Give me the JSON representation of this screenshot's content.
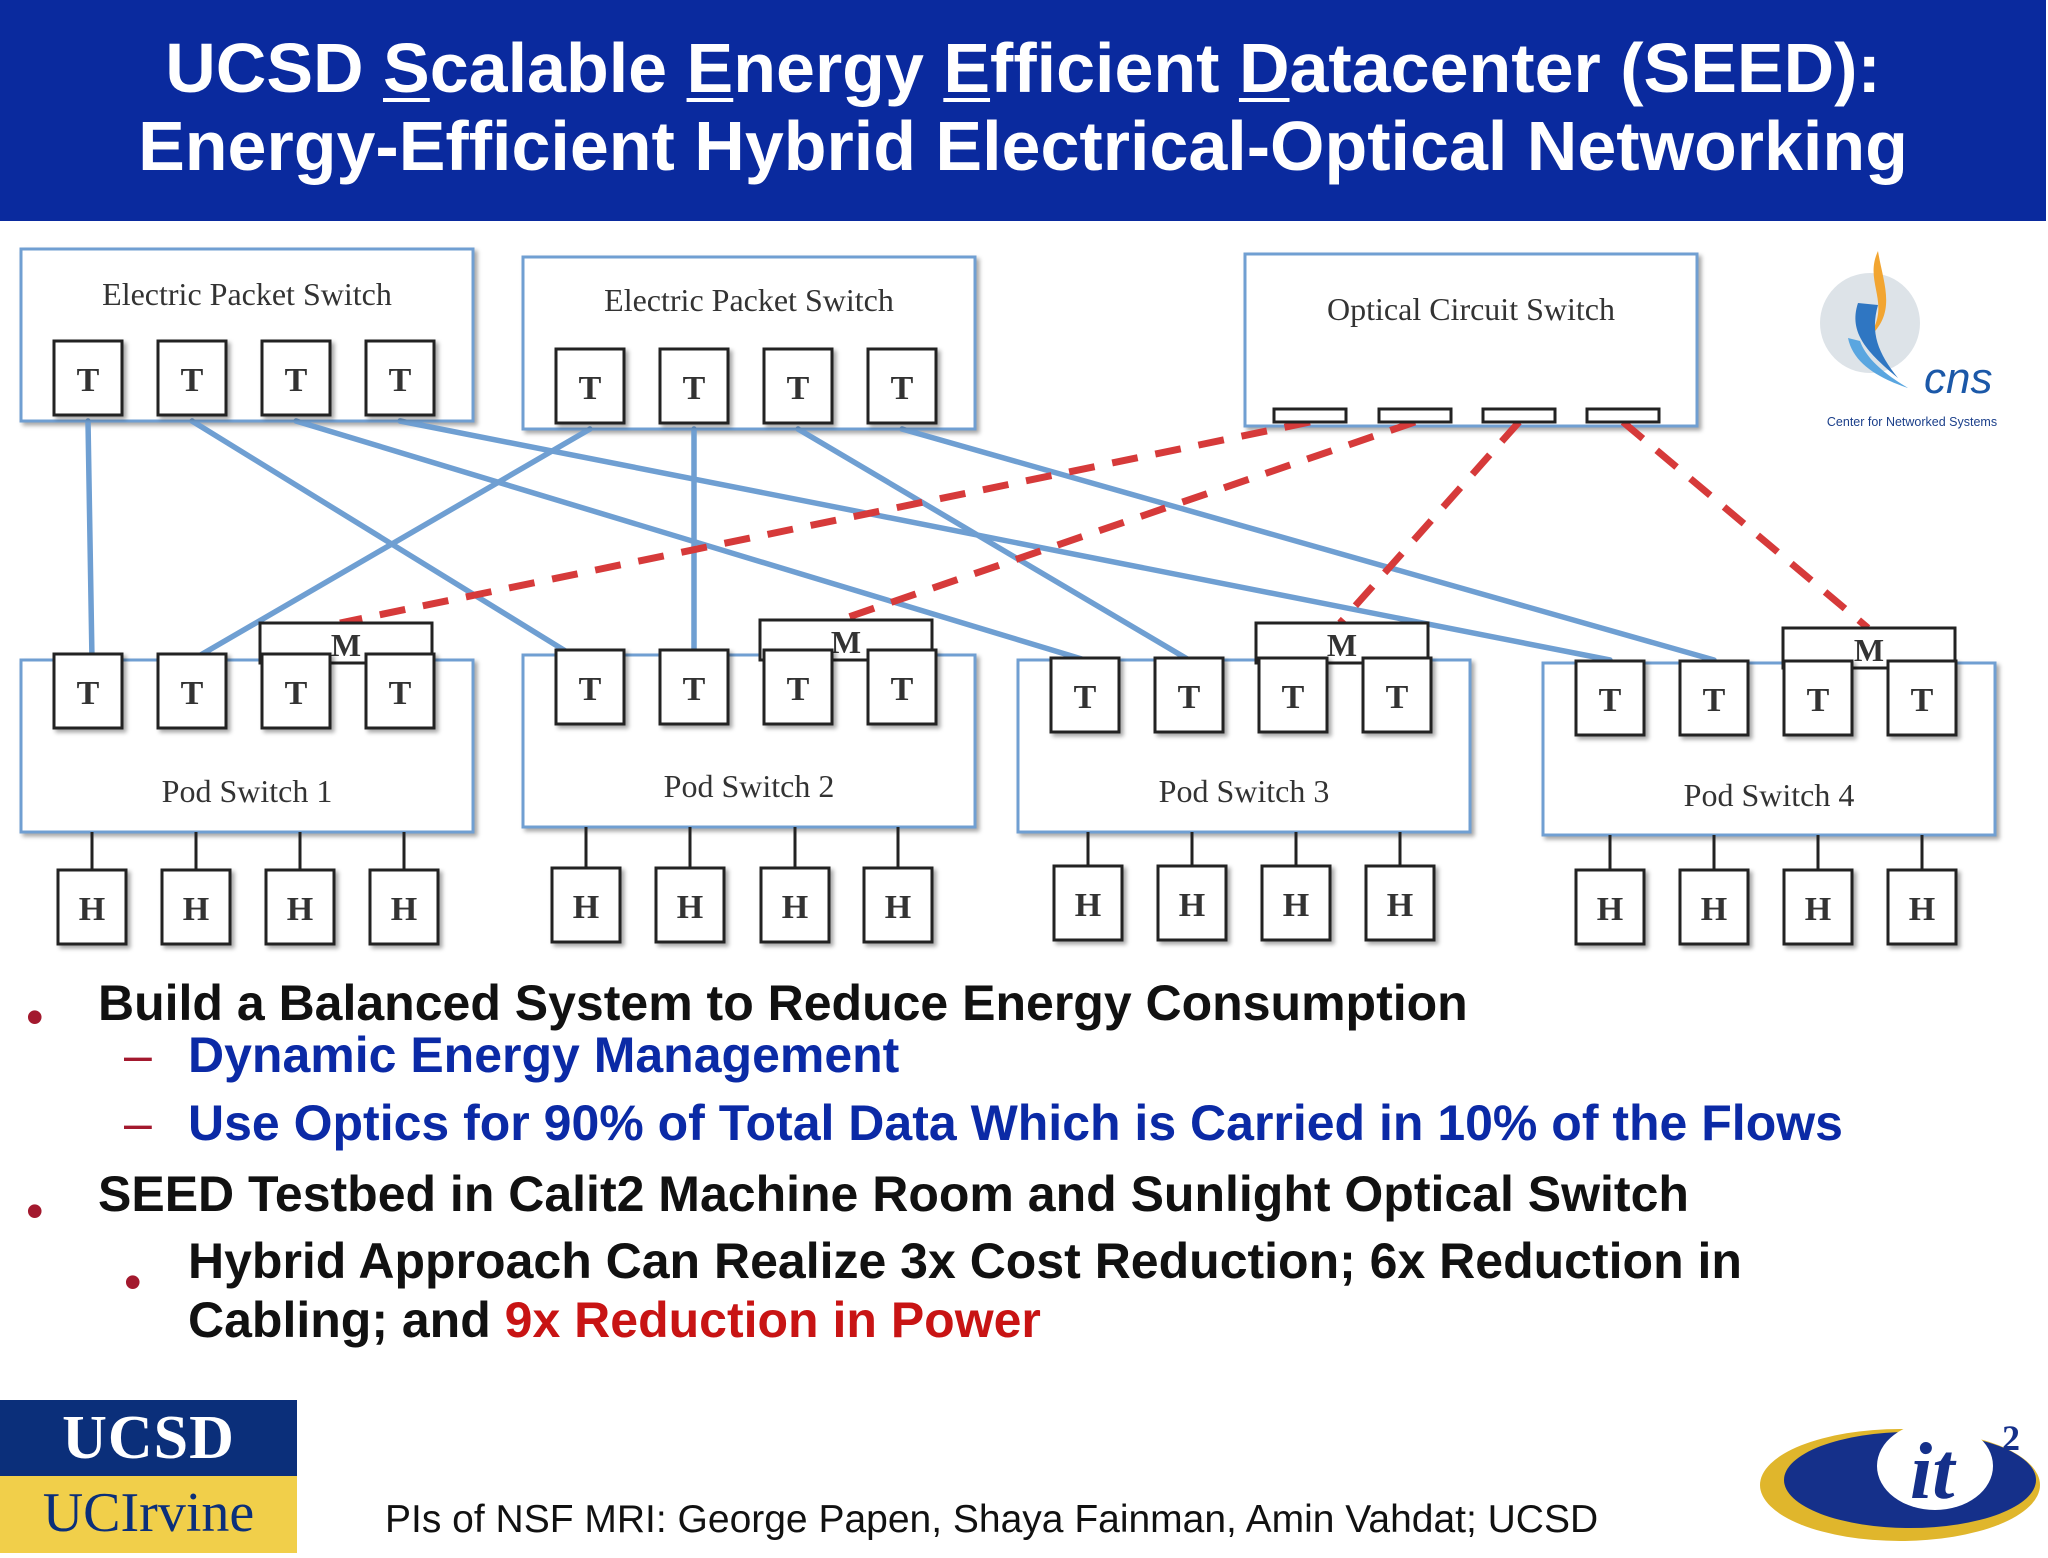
{
  "header": {
    "title_line1": {
      "parts": [
        "UCSD ",
        "S",
        "calable ",
        "E",
        "nergy ",
        "E",
        "fficient ",
        "D",
        "atacenter (SEED):"
      ],
      "underlined": [
        false,
        true,
        false,
        true,
        false,
        true,
        false,
        true,
        false
      ]
    },
    "title_line2": "Energy-Efficient Hybrid Electrical-Optical Networking"
  },
  "diagram": {
    "core_switches": [
      "Electric Packet Switch",
      "Electric Packet Switch",
      "Optical Circuit Switch"
    ],
    "pod_switches": [
      "Pod Switch 1",
      "Pod Switch 2",
      "Pod Switch 3",
      "Pod Switch 4"
    ],
    "transceiver_label": "T",
    "host_label": "H",
    "mux_label": "M"
  },
  "cns_logo": {
    "abbr": "cns",
    "name": "Center for Networked Systems"
  },
  "bullets": [
    {
      "level": 1,
      "marker": "•",
      "text": "Build a Balanced System to Reduce Energy Consumption"
    },
    {
      "level": 2,
      "marker": "–",
      "text": "Dynamic Energy Management"
    },
    {
      "level": 2,
      "marker": "–",
      "text": "Use Optics for 90% of Total Data Which is Carried in 10% of the Flows"
    },
    {
      "level": 1,
      "marker": "•",
      "text": "SEED Testbed in Calit2 Machine Room and Sunlight Optical Switch"
    },
    {
      "level": 2,
      "marker": "•",
      "text_line1": "Hybrid Approach Can Realize 3x Cost Reduction; 6x Reduction in",
      "text_line2_plain": "Cabling; and ",
      "text_line2_highlight": "9x Reduction in Power"
    }
  ],
  "footer": {
    "logo_ucsd": "UCSD",
    "logo_ucirvine": "UCIrvine",
    "pis": "PIs of NSF MRI: George Papen, Shaya Fainman, Amin Vahdat; UCSD",
    "logo_it2": "it",
    "logo_it2_sup": "2"
  },
  "colors": {
    "header_bg": "#0a2a9e",
    "electric_link": "#6f9fd2",
    "optical_link": "#d63a3a",
    "subbullet_blue": "#0b2aa6",
    "bullet_dot": "#a3192e",
    "highlight_red": "#c81414",
    "ucsd_logo_bg": "#0b2f7a",
    "ucirvine_logo_bg": "#f1cf4a"
  }
}
